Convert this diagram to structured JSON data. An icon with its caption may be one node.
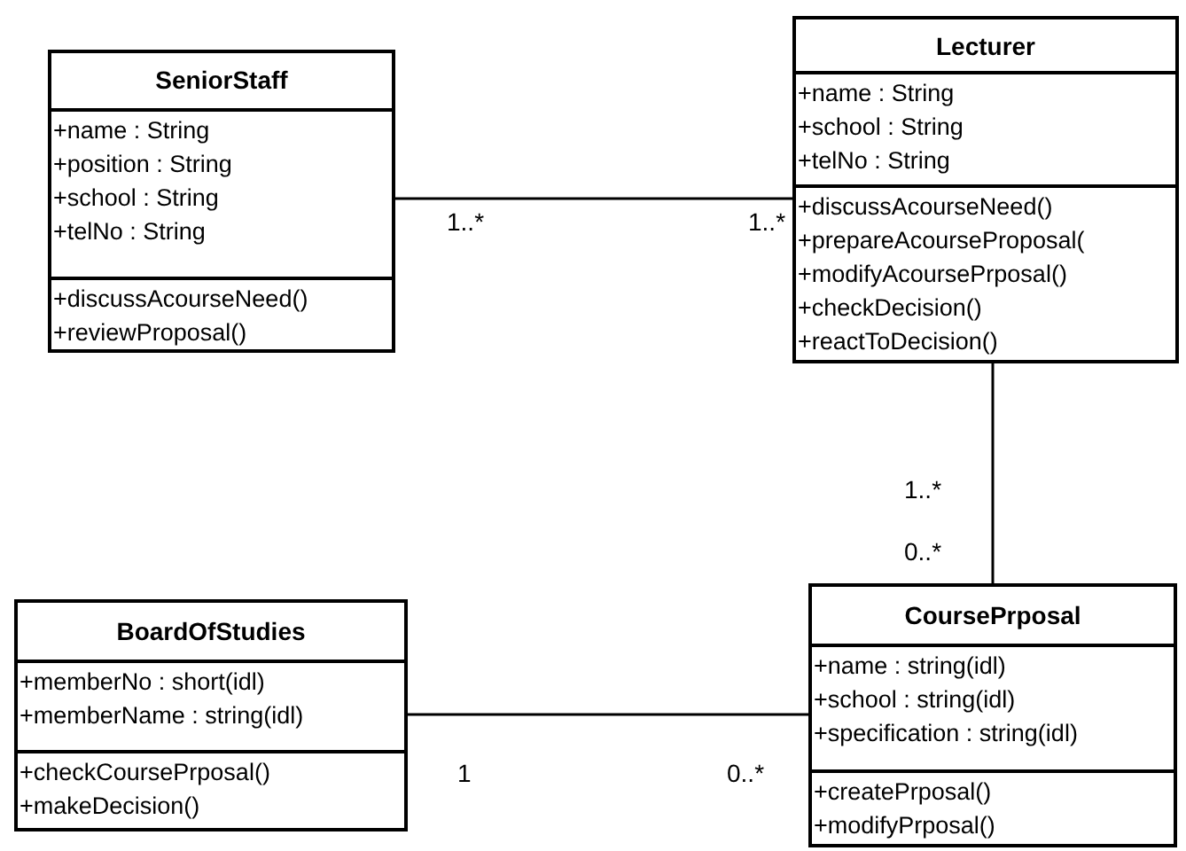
{
  "diagram": {
    "nodes": [
      {
        "text": [
          "SeniorStaff"
        ]
      },
      {
        "text": [
          "+name : String",
          "+position : String",
          "+school : String",
          "+telNo : String"
        ],
        "in": 0
      },
      {
        "text": [
          "+discussAcourseNeed()",
          "+reviewProposal()"
        ],
        "in": 0
      },
      {
        "text": [
          "Lecturer"
        ]
      },
      {
        "text": [
          "+name : String",
          "+school : String",
          "+telNo : String"
        ],
        "in": 3
      },
      {
        "text": [
          "+discussAcourseNeed()",
          "+prepareAcourseProposal(",
          "+modifyAcoursePrposal()",
          "+checkDecision()",
          "+reactToDecision()"
        ],
        "in": 3
      },
      {
        "text": [
          "BoardOfStudies"
        ]
      },
      {
        "text": [
          "+memberNo : short(idl)",
          "+memberName : string(idl)"
        ],
        "in": 6
      },
      {
        "text": [
          "+checkCoursePrposal()",
          "+makeDecision()"
        ],
        "in": 6
      },
      {
        "text": [
          "CoursePrposal"
        ]
      },
      {
        "text": [
          "+name : string(idl)",
          "+school : string(idl)",
          "+specification : string(idl)"
        ],
        "in": 9
      },
      {
        "text": [
          "+createPrposal()",
          "+modifyPrposal()"
        ],
        "in": 9
      }
    ],
    "edges": [
      {
        "from": 0,
        "to": 3,
        "arrow": "none"
      },
      {
        "from": 3,
        "to": 9,
        "arrow": "none"
      },
      {
        "from": 6,
        "to": 9,
        "arrow": "none"
      }
    ],
    "labels": [
      "1..*",
      "1..*",
      "1..*",
      "0..*",
      "1",
      "0..*"
    ]
  }
}
